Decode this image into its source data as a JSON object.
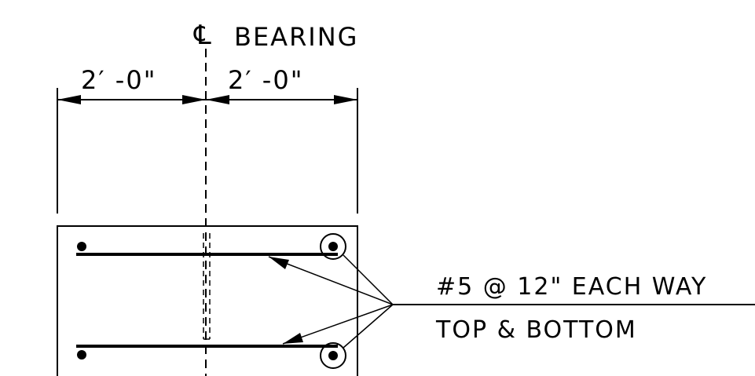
{
  "centerline": {
    "symbol": "℄",
    "label": "BEARING"
  },
  "dimensions": {
    "left": "2′ -0\"",
    "right": "2′ -0\""
  },
  "callout": {
    "line1": "#5 @ 12\" EACH WAY",
    "line2": "TOP & BOTTOM"
  },
  "colors": {
    "ink": "#000000",
    "paper": "#ffffff"
  }
}
